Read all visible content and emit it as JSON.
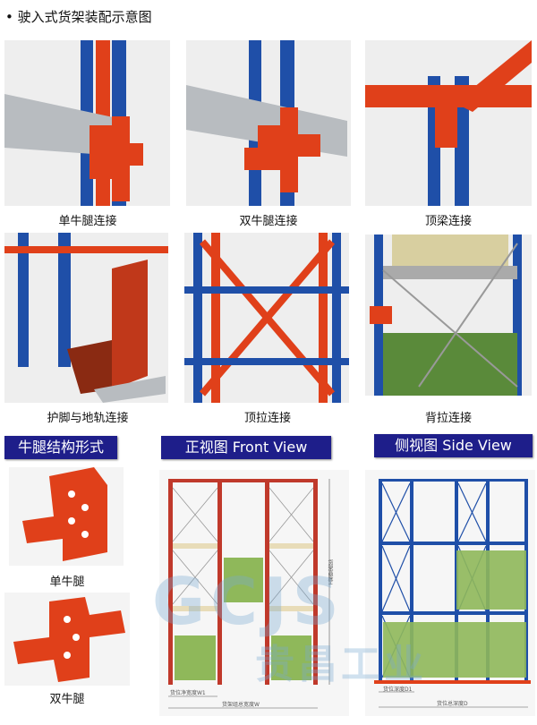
{
  "title": "• 驶入式货架装配示意图",
  "photos": [
    {
      "caption": "单牛腿连接"
    },
    {
      "caption": "双牛腿连接"
    },
    {
      "caption": "顶梁连接"
    },
    {
      "caption": "护脚与地轨连接"
    },
    {
      "caption": "顶拉连接"
    },
    {
      "caption": "背拉连接"
    }
  ],
  "sections": {
    "bracket": "牛腿结构形式",
    "front": "正视图 Front View",
    "side": "侧视图 Side View"
  },
  "brackets": [
    {
      "caption": "单牛腿"
    },
    {
      "caption": "双牛腿"
    }
  ],
  "front_dims": {
    "w1": "货位净宽度W1",
    "w": "货架组总宽度W",
    "h": "货架高度H"
  },
  "side_dims": {
    "d1": "货位深度D1",
    "d": "货位总深度D"
  },
  "watermark": {
    "logo": "GCJS",
    "name": "贵昌工业"
  },
  "colors": {
    "blue": "#1f4fa8",
    "orange": "#e0401a",
    "header": "#1e1e8a",
    "pallet": "#8fb85a"
  }
}
